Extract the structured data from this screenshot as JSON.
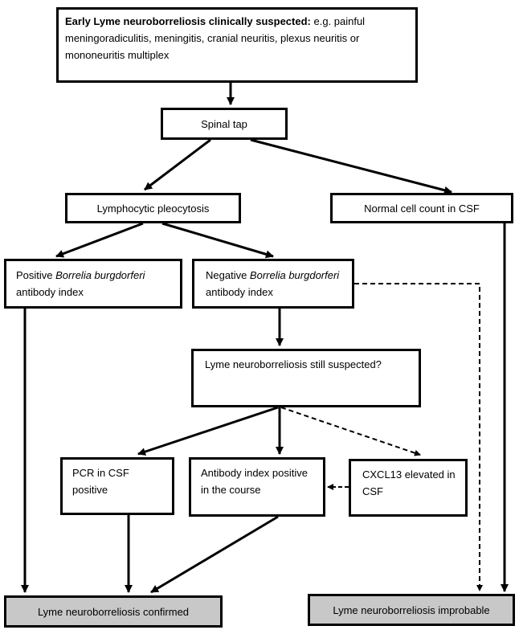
{
  "nodes": {
    "start": {
      "bold": "Early Lyme neuroborreliosis clinically suspected:",
      "rest": " e.g. painful meningoradiculitis, meningitis, cranial neuritis, plexus neuritis or mononeuritis multiplex"
    },
    "spinal_tap": "Spinal tap",
    "lymph": "Lymphocytic pleocytosis",
    "normal": "Normal cell count in CSF",
    "pos_ai": {
      "pre": "Positive ",
      "italic": "Borrelia burgdorferi",
      "post": " antibody index"
    },
    "neg_ai": {
      "pre": "Negative ",
      "italic": "Borrelia burgdorferi",
      "post": " antibody index"
    },
    "still": "Lyme neuroborreliosis still suspected?",
    "pcr": "PCR in CSF positive",
    "ai_course": "Antibody index positive in the course",
    "cxcl13": "CXCL13 elevated in CSF",
    "confirmed": "Lyme neuroborreliosis confirmed",
    "improbable": "Lyme neuroborreliosis improbable"
  },
  "colors": {
    "line": "#000000",
    "box_border": "#000000",
    "terminal_fill": "#c8c8c8"
  }
}
